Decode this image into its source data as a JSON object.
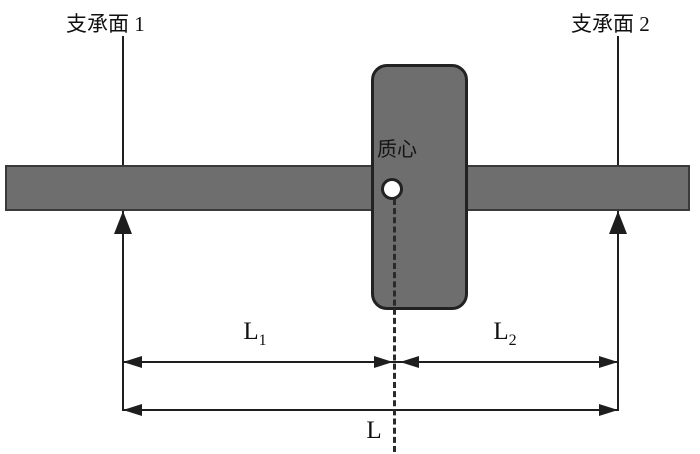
{
  "diagram": {
    "support_plane_1": "支承面 1",
    "support_plane_2": "支承面 2",
    "centroid_label": "质心",
    "dim_l1": {
      "main": "L",
      "sub": "1"
    },
    "dim_l2": {
      "main": "L",
      "sub": "2"
    },
    "dim_total": {
      "main": "L",
      "sub": ""
    }
  },
  "colors": {
    "background": "#ffffff",
    "body_fill": "#6e6e6e",
    "body_border": "#222222",
    "line": "#1e1e1e",
    "text": "#111111"
  }
}
